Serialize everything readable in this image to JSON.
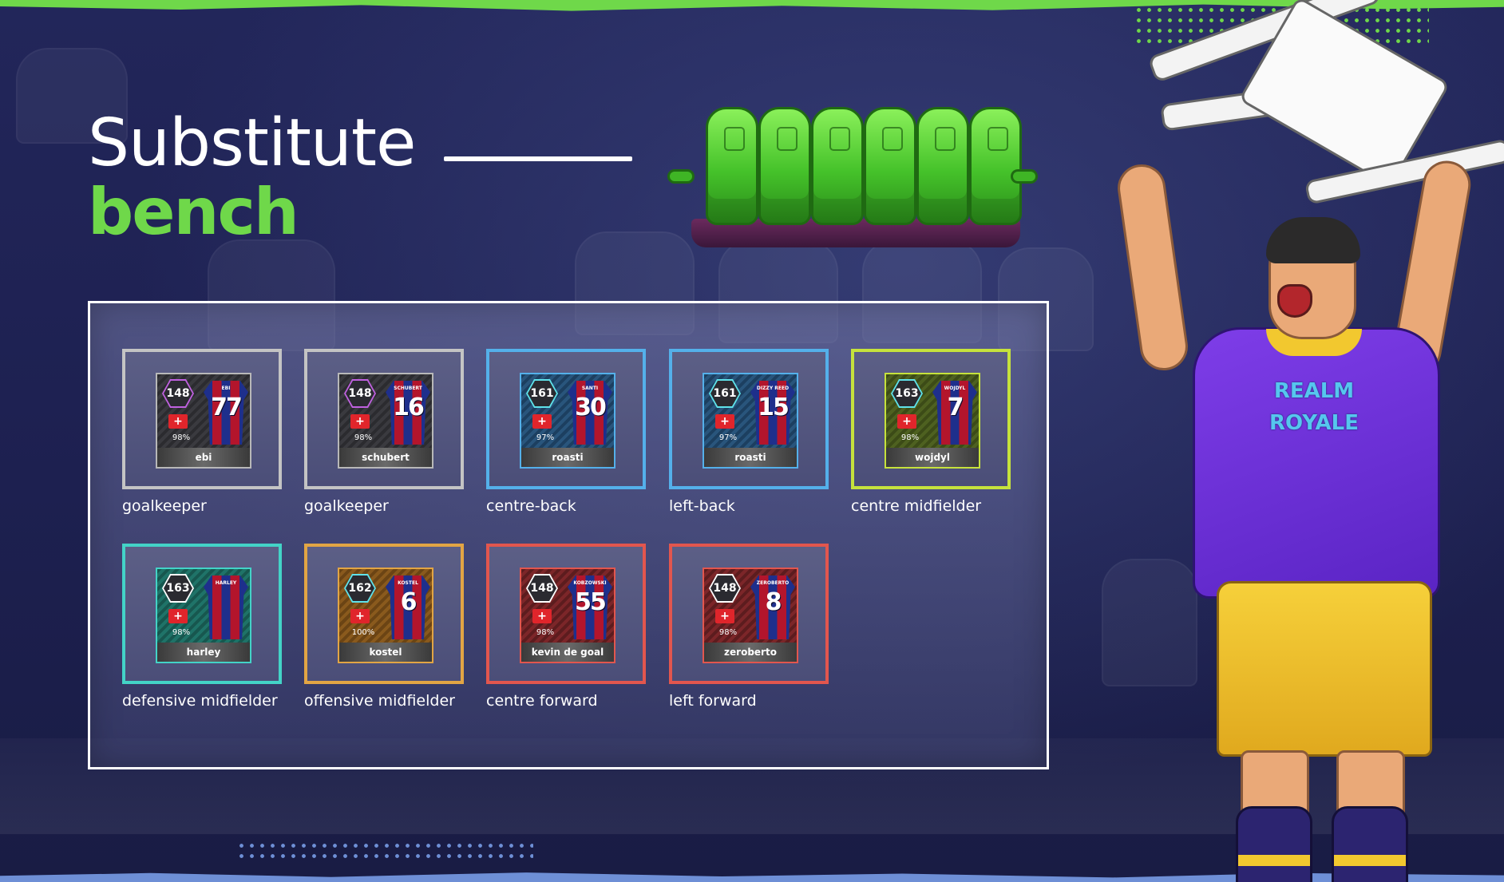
{
  "heading": {
    "line1": "Substitute",
    "line2": "bench"
  },
  "colors": {
    "accent_green": "#6fd84a",
    "accent_blue": "#6e8fd6",
    "background": "#1c1f4a"
  },
  "hero": {
    "shirt_logo": "REALM ROYALE"
  },
  "players": [
    {
      "rating": "148",
      "flag": "swiss-flag",
      "fitness": "98%",
      "shirt_name": "EBI",
      "number": "77",
      "name": "ebi",
      "position": "goalkeeper",
      "tone": "grey"
    },
    {
      "rating": "148",
      "flag": "swiss-flag",
      "fitness": "98%",
      "shirt_name": "SCHUBERT",
      "number": "16",
      "name": "schubert",
      "position": "goalkeeper",
      "tone": "grey"
    },
    {
      "rating": "161",
      "flag": "swiss-flag",
      "fitness": "97%",
      "shirt_name": "SANTI",
      "number": "30",
      "name": "roasti",
      "position": "centre-back",
      "tone": "blue"
    },
    {
      "rating": "161",
      "flag": "swiss-flag",
      "fitness": "97%",
      "shirt_name": "DIZZY REED",
      "number": "15",
      "name": "roasti",
      "position": "left-back",
      "tone": "blue"
    },
    {
      "rating": "163",
      "flag": "swiss-flag",
      "fitness": "98%",
      "shirt_name": "WOJDYL",
      "number": "7",
      "name": "wojdyl",
      "position": "centre midfielder",
      "tone": "lime"
    },
    {
      "rating": "163",
      "flag": "swiss-flag",
      "fitness": "98%",
      "shirt_name": "HARLEY",
      "number": "",
      "name": "harley",
      "position": "defensive midfielder",
      "tone": "teal"
    },
    {
      "rating": "162",
      "flag": "swiss-flag",
      "fitness": "100%",
      "shirt_name": "KOSTEL",
      "number": "6",
      "name": "kostel",
      "position": "offensive midfielder",
      "tone": "orange"
    },
    {
      "rating": "148",
      "flag": "swiss-flag",
      "fitness": "98%",
      "shirt_name": "KOBZOWSKI",
      "number": "55",
      "name": "kevin de goal",
      "position": "centre forward",
      "tone": "red"
    },
    {
      "rating": "148",
      "flag": "swiss-flag",
      "fitness": "98%",
      "shirt_name": "ZEROBERTO",
      "number": "8",
      "name": "zeroberto",
      "position": "left forward",
      "tone": "red"
    }
  ]
}
